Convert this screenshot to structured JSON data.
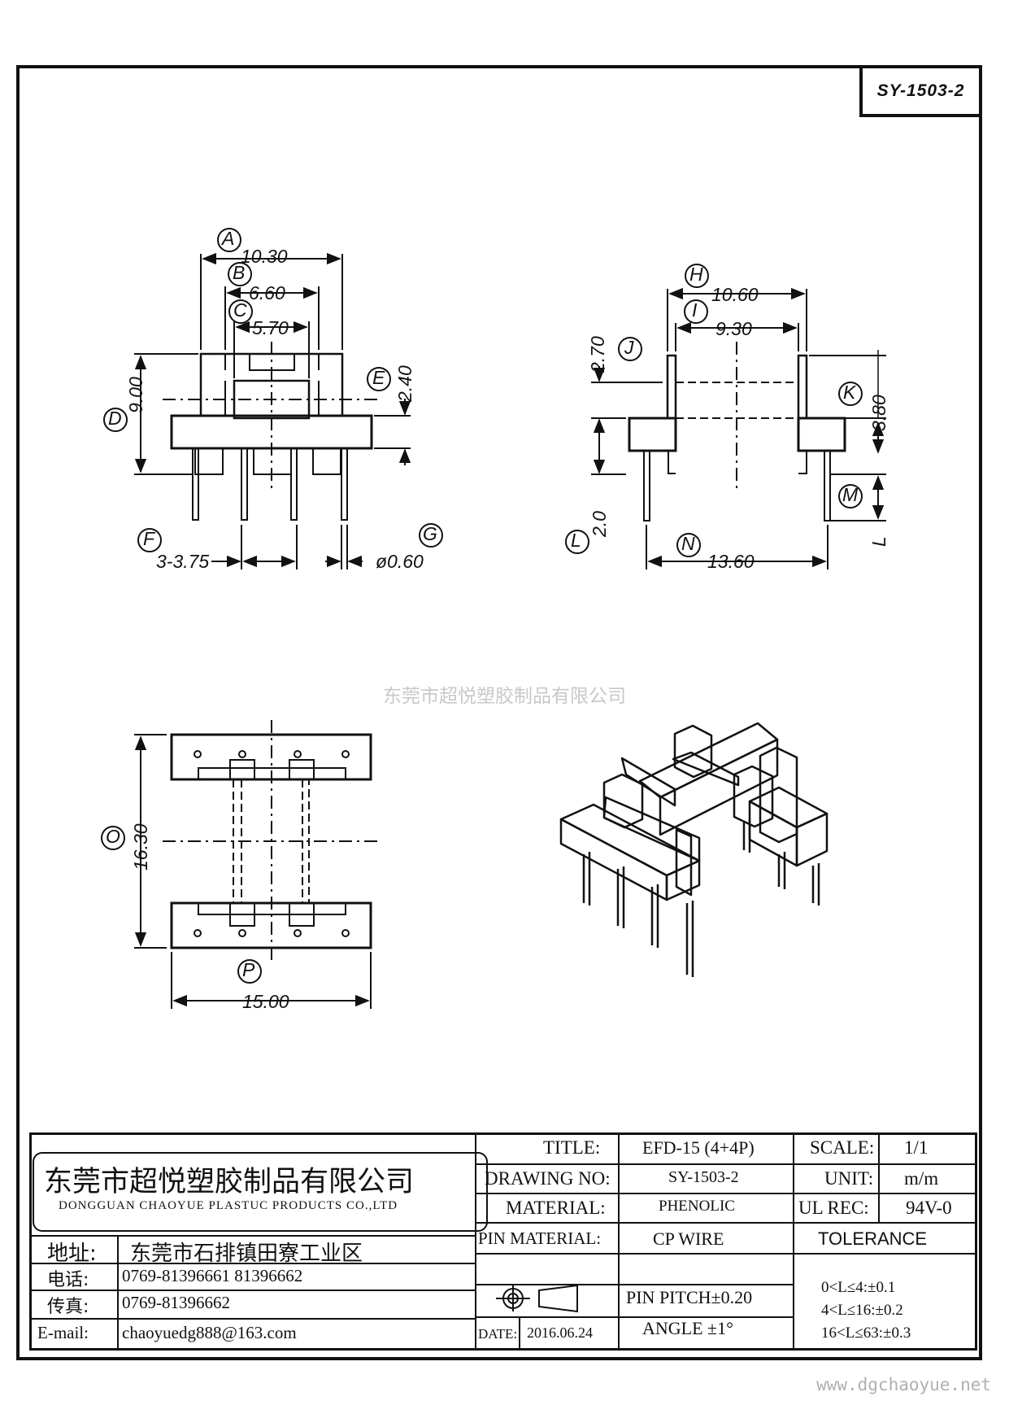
{
  "drawing_code": "SY-1503-2",
  "watermark": "东莞市超悦塑胶制品有限公司",
  "website": "www.dgchaoyue.net",
  "dimensions": {
    "A": "10.30",
    "B": "6.60",
    "C": "5.70",
    "D": "9.00",
    "E": "2.40",
    "F": "3-3.75",
    "G": "ø0.60",
    "H": "10.60",
    "I": "9.30",
    "J": "2.70",
    "K": "3.80",
    "L": "2.0",
    "L_letter": "L",
    "M": "M",
    "N": "13.60",
    "O": "16.30",
    "P": "15.00"
  },
  "labels": {
    "A": "A",
    "B": "B",
    "C": "C",
    "D": "D",
    "E": "E",
    "F": "F",
    "G": "G",
    "H": "H",
    "I": "I",
    "J": "J",
    "K": "K",
    "L": "L",
    "M": "M",
    "N": "N",
    "O": "O",
    "P": "P"
  },
  "title_block": {
    "company_cn": "东莞市超悦塑胶制品有限公司",
    "company_en": "DONGGUAN CHAOYUE PLASTUC PRODUCTS CO.,LTD",
    "address_label": "地址:",
    "address_value": "东莞市石排镇田寮工业区",
    "phone_label": "电话:",
    "phone_value": "0769-81396661   81396662",
    "fax_label": "传真:",
    "fax_value": "0769-81396662",
    "email_label": "E-mail:",
    "email_value": "chaoyuedg888@163.com",
    "title_label": "TITLE:",
    "title_value": "EFD-15 (4+4P)",
    "scale_label": "SCALE:",
    "scale_value": "1/1",
    "drawing_no_label": "DRAWING NO:",
    "drawing_no_value": "SY-1503-2",
    "unit_label": "UNIT:",
    "unit_value": "m/m",
    "material_label": "MATERIAL:",
    "material_value": "PHENOLIC",
    "ul_label": "UL REC:",
    "ul_value": "94V-0",
    "pin_material_label": "PIN MATERIAL:",
    "pin_material_value": "CP WIRE",
    "tolerance_label": "TOLERANCE",
    "pin_pitch": "PIN PITCH±0.20",
    "angle": "ANGLE  ±1°",
    "tol_1": "0<L≤4:±0.1",
    "tol_2": "4<L≤16:±0.2",
    "tol_3": "16<L≤63:±0.3",
    "date_label": "DATE:",
    "date_value": "2016.06.24"
  }
}
